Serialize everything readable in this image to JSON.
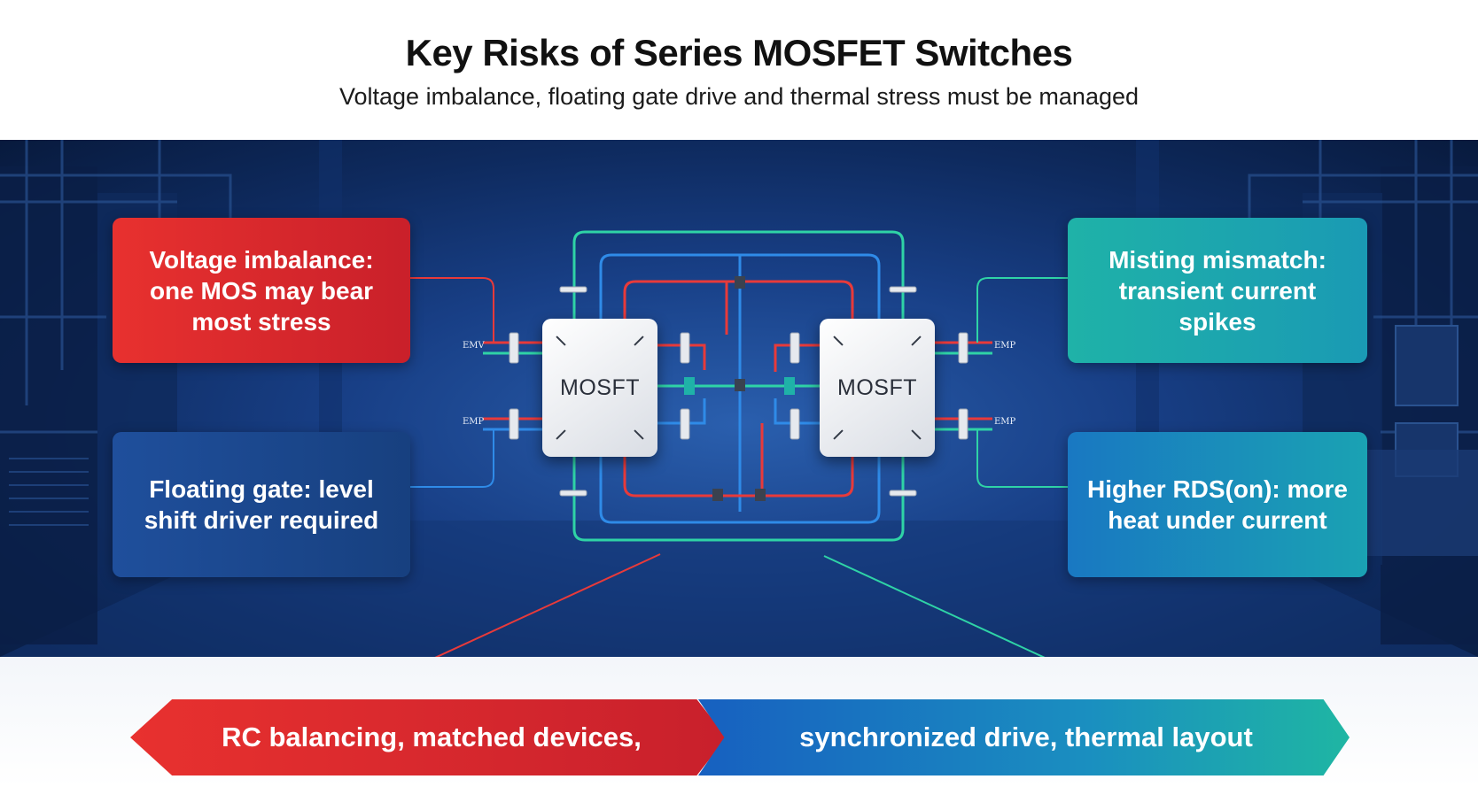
{
  "header": {
    "title": "Key Risks of Series MOSFET Switches",
    "subtitle": "Voltage imbalance, floating gate drive and thermal stress must be managed"
  },
  "callouts": {
    "left_top": "Voltage imbalance: one MOS may bear most stress",
    "left_bottom": "Floating gate: level shift driver required",
    "right_top": "Misting mismatch: transient current spikes",
    "right_bottom": "Higher RDS(on): more heat under current"
  },
  "mosfets": {
    "left_label": "MOSFT",
    "right_label": "MOSFT"
  },
  "pin_labels": {
    "left_top": "EMV",
    "left_bottom": "EMP",
    "right_top": "EMP",
    "right_bottom": "EMP"
  },
  "footer": {
    "left": "RC balancing, matched devices,",
    "right": "synchronized drive, thermal layout"
  },
  "colors": {
    "red": "#e8312f",
    "navy": "#1f4f9c",
    "teal": "#1fb2a8",
    "blue": "#1978c2",
    "wire_green": "#2fd3a6",
    "wire_blue": "#2f8be8",
    "wire_red": "#e83a3a"
  }
}
